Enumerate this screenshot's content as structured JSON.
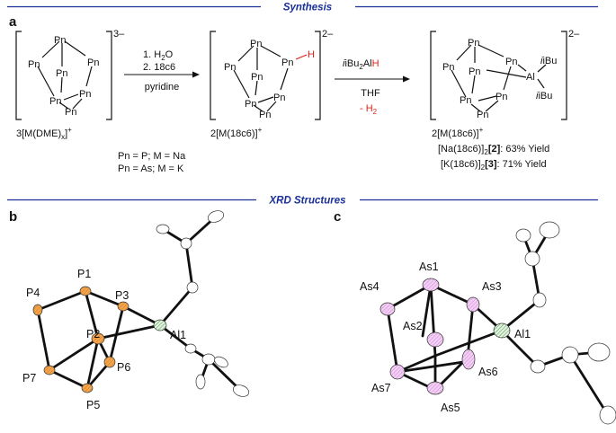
{
  "sections": {
    "synthesis": "Synthesis",
    "xrd": "XRD Structures"
  },
  "panels": {
    "a": "a",
    "b": "b",
    "c": "c"
  },
  "scheme": {
    "pn": "Pn",
    "h": "H",
    "al": "Al",
    "ibu": "iBu",
    "charge_start": "3–",
    "charge_mid": "2–",
    "charge_end": "2–",
    "cation_start_pre": "3[M(DME)",
    "cation_start_sub": "x",
    "cation_start_post": "]",
    "cation_start_sup": "+",
    "cation_mid": "2[M(18c6)]",
    "cation_mid_sup": "+",
    "cation_end": "2[M(18c6)]",
    "cation_end_sup": "+",
    "step1_a": "1. H",
    "step1_a_sub": "2",
    "step1_a_post": "O",
    "step1_b": "2. 18c6",
    "step1_solvent": "pyridine",
    "step2_reagent_pre": "iBu",
    "step2_reagent_sub": "2",
    "step2_reagent_post": "Al",
    "step2_reagent_h": "H",
    "step2_solvent": "THF",
    "step2_byproduct_pre": "- H",
    "step2_byproduct_sub": "2",
    "cond_p": "Pn = P; M = Na",
    "cond_as": "Pn = As; M = K",
    "yield_na_pre": "[Na(18c6)]",
    "yield_na_sub": "2",
    "yield_na_num": "[2]",
    "yield_na_post": ": 63% Yield",
    "yield_k_pre": "[K(18c6)]",
    "yield_k_sub": "2",
    "yield_k_num": "[3]",
    "yield_k_post": ": 71% Yield"
  },
  "xrd_p": {
    "P1": "P1",
    "P2": "P2",
    "P3": "P3",
    "P4": "P4",
    "P5": "P5",
    "P6": "P6",
    "P7": "P7",
    "Al1": "Al1"
  },
  "xrd_as": {
    "As1": "As1",
    "As2": "As2",
    "As3": "As3",
    "As4": "As4",
    "As5": "As5",
    "As6": "As6",
    "As7": "As7",
    "Al1": "Al1"
  },
  "colors": {
    "section_text": "#1a2f9a",
    "section_rule": "#1a2f9a",
    "hydride": "#e0201a",
    "phosphorus": "#f4a54a",
    "arsenic": "#e7a6ea",
    "aluminium": "#c7e8c3",
    "carbon": "#ffffff"
  }
}
